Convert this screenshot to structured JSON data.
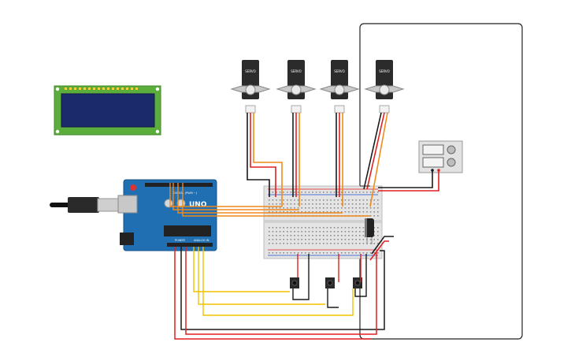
{
  "board": {
    "logo": "UNO",
    "digital_label": "DIGITAL (PWM ~)",
    "power_label": "POWER",
    "analog_label": "ANALOG IN"
  },
  "servos": [
    {
      "label": "SERVO"
    },
    {
      "label": "SERVO"
    },
    {
      "label": "SERVO"
    },
    {
      "label": "SERVO"
    }
  ],
  "colors": {
    "board": "#1f6fb2",
    "breadboard": "#e4e4e4",
    "lcd_pcb": "#5cae3c",
    "lcd_screen": "#1b2a6b",
    "wire_red": "#e02020",
    "wire_black": "#1a1a1a",
    "wire_orange": "#f08a1a",
    "wire_yellow": "#f2c200",
    "power_supply": "#e2e2e2"
  }
}
